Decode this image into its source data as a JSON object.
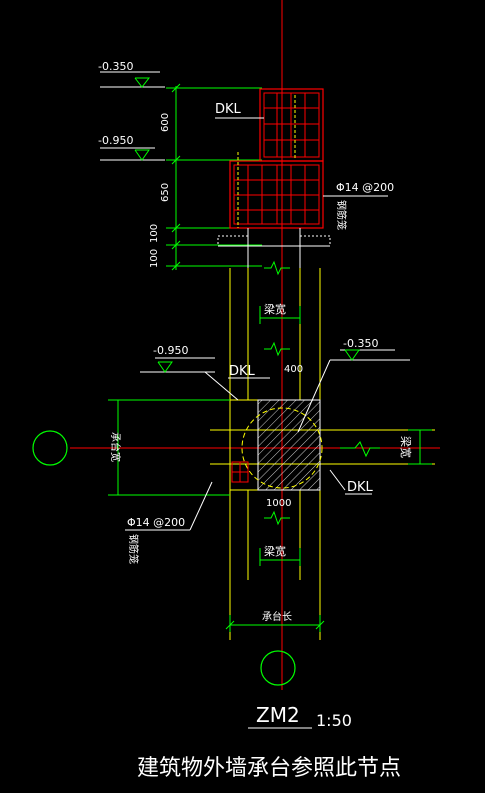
{
  "drawing": {
    "elevations": {
      "top_section_upper": "-0.350",
      "top_section_lower": "-0.950",
      "plan_left": "-0.950",
      "plan_right": "-0.350"
    },
    "dims_vertical": [
      "600",
      "650",
      "100",
      "100"
    ],
    "beam_labels": {
      "upper_dkl": "DKL",
      "plan_dkl_top": "DKL",
      "plan_dkl_bottom": "DKL"
    },
    "rebar_cage": {
      "spec": "Φ14 @200",
      "name": "钢筋笼"
    },
    "plan_rebar_cage": {
      "spec": "Φ14 @200",
      "name": "钢筋笼"
    },
    "beam_width_labels": [
      "梁宽",
      "梁宽",
      "梁宽"
    ],
    "pile_cap_width": "承台宽",
    "pile_cap_length": "承台长",
    "small_dims": [
      "400",
      "1000"
    ],
    "detail_id": "ZM2",
    "scale": "1:50",
    "caption": "建筑物外墙承台参照此节点"
  },
  "colors": {
    "background": "#000000",
    "rebar": "#ff0000",
    "line": "#ffffff",
    "dim": "#00ff00",
    "outline": "#ffff00",
    "hatch": "#ffff00",
    "axis": "#ff0000"
  }
}
